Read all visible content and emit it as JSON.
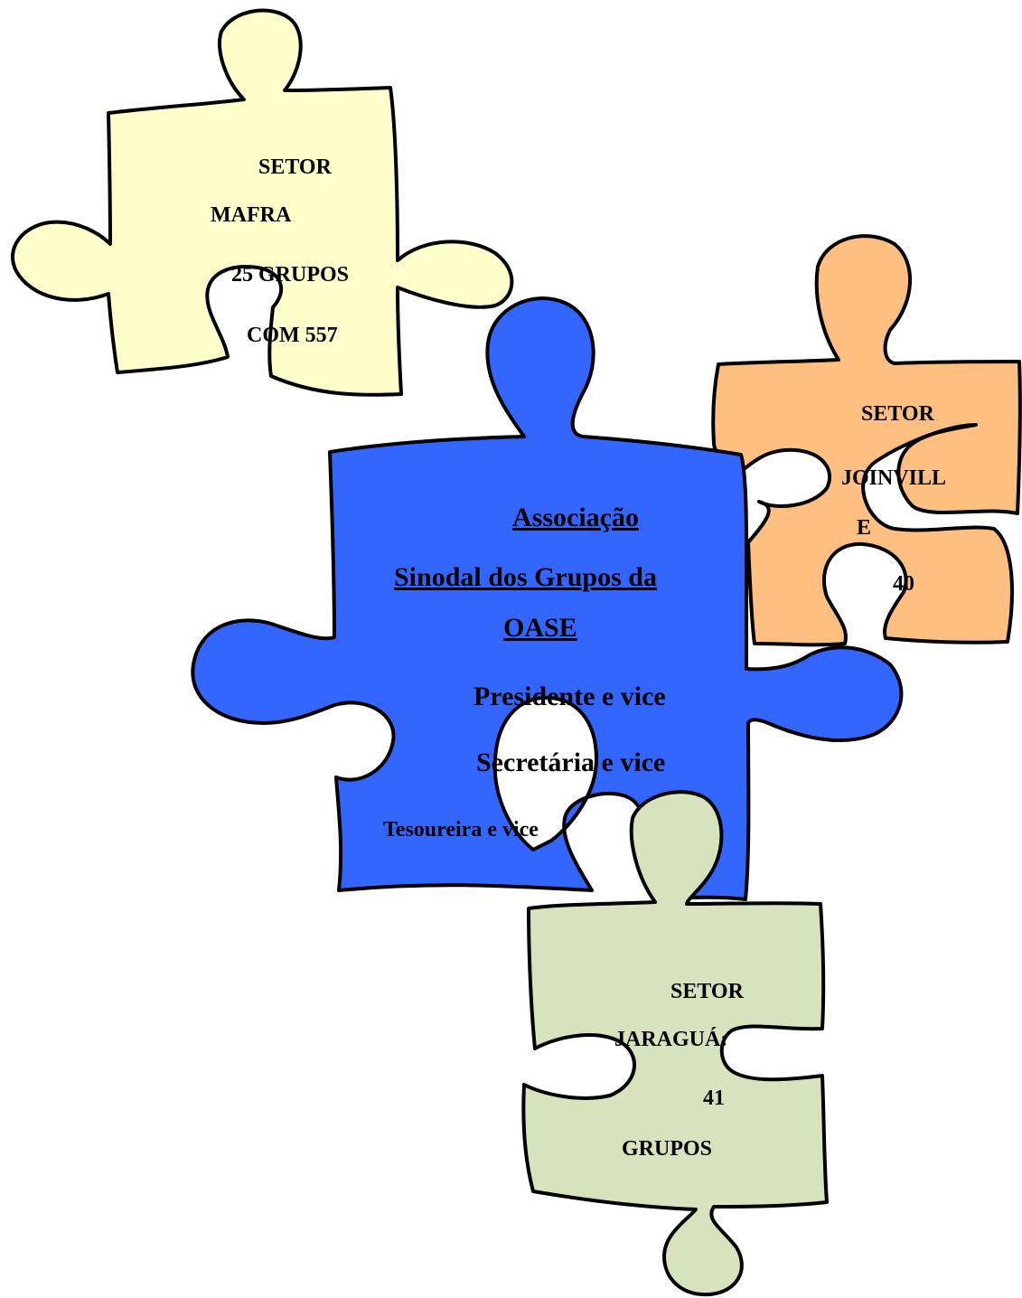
{
  "colors": {
    "mafra": "#FFFFCC",
    "joinville": "#FFBF80",
    "center": "#3366FF",
    "jaragua": "#D6E3BC",
    "outline": "#000000"
  },
  "mafra": {
    "line1": "SETOR",
    "line2": "MAFRA",
    "line3": "25 GRUPOS",
    "line4": "COM 557"
  },
  "joinville": {
    "line1": "SETOR",
    "line2": "JOINVILL",
    "line3": "E",
    "line4": "40"
  },
  "center": {
    "title1": "Associação",
    "title2": "Sinodal dos Grupos da",
    "title3": "OASE",
    "role1": "Presidente e vice",
    "role2": "Secretária e vice",
    "role3": "Tesoureira e vice"
  },
  "jaragua": {
    "line1": "SETOR",
    "line2": "JARAGUÁ:",
    "line3": "41",
    "line4": "GRUPOS"
  }
}
